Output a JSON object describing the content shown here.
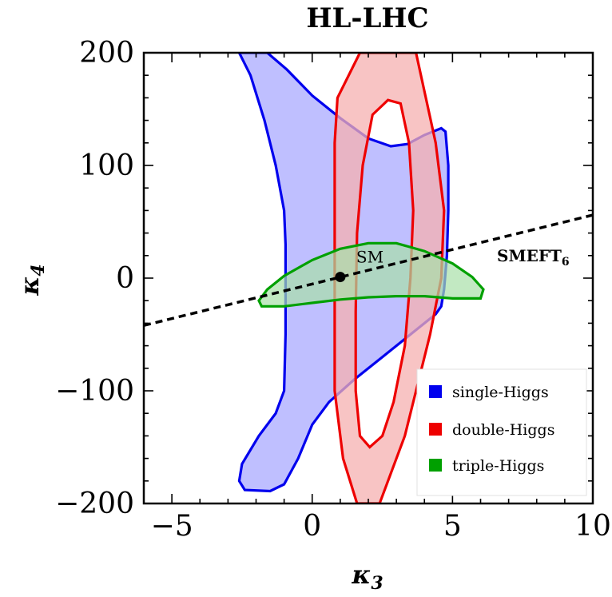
{
  "chart_data": {
    "type": "area",
    "title": "HL-LHC",
    "xlabel": "κ",
    "xlabel_sub": "3",
    "ylabel": "κ",
    "ylabel_sub": "4",
    "xlim": [
      -6,
      10
    ],
    "ylim": [
      -200,
      200
    ],
    "x_ticks": [
      -5,
      0,
      5,
      10
    ],
    "y_ticks": [
      -200,
      -100,
      0,
      100,
      200
    ],
    "x_tick_labels": [
      "−5",
      "0",
      "5",
      "10"
    ],
    "y_tick_labels": [
      "−200",
      "−100",
      "0",
      "100",
      "200"
    ],
    "grid": false,
    "legend_position": "bottom-right",
    "series": [
      {
        "name": "single-Higgs",
        "color": "#0000ee",
        "fill": "#b8b8ff",
        "points": [
          [
            -2.6,
            200
          ],
          [
            -1.6,
            200
          ],
          [
            -0.9,
            185
          ],
          [
            0,
            162
          ],
          [
            1,
            142
          ],
          [
            2,
            124
          ],
          [
            2.8,
            117
          ],
          [
            3.4,
            119
          ],
          [
            4,
            127
          ],
          [
            4.6,
            133
          ],
          [
            4.75,
            130
          ],
          [
            4.85,
            100
          ],
          [
            4.85,
            60
          ],
          [
            4.8,
            20
          ],
          [
            4.7,
            -10
          ],
          [
            4.6,
            -25
          ],
          [
            4.4,
            -32
          ],
          [
            3.5,
            -50
          ],
          [
            2.5,
            -70
          ],
          [
            1.5,
            -90
          ],
          [
            0.6,
            -110
          ],
          [
            0,
            -130
          ],
          [
            -0.5,
            -160
          ],
          [
            -1,
            -183
          ],
          [
            -1.5,
            -189
          ],
          [
            -2.4,
            -188
          ],
          [
            -2.6,
            -180
          ],
          [
            -2.5,
            -165
          ],
          [
            -1.9,
            -140
          ],
          [
            -1.3,
            -120
          ],
          [
            -1,
            -100
          ],
          [
            -0.95,
            -50
          ],
          [
            -0.95,
            0
          ],
          [
            -0.95,
            30
          ],
          [
            -1,
            60
          ],
          [
            -1.3,
            100
          ],
          [
            -1.7,
            140
          ],
          [
            -2.2,
            180
          ],
          [
            -2.6,
            200
          ]
        ]
      },
      {
        "name": "double-Higgs",
        "color": "#ee0000",
        "fill": "#f5b0b0",
        "outer": [
          [
            1.7,
            200
          ],
          [
            0.9,
            160
          ],
          [
            0.8,
            120
          ],
          [
            0.8,
            0
          ],
          [
            0.8,
            -100
          ],
          [
            1.1,
            -160
          ],
          [
            1.6,
            -200
          ],
          [
            2.4,
            -200
          ],
          [
            3.3,
            -140
          ],
          [
            4.2,
            -50
          ],
          [
            4.6,
            0
          ],
          [
            4.7,
            60
          ],
          [
            4.4,
            120
          ],
          [
            3.7,
            200
          ]
        ],
        "inner": [
          [
            2.7,
            158
          ],
          [
            3.15,
            155
          ],
          [
            3.45,
            120
          ],
          [
            3.6,
            60
          ],
          [
            3.5,
            0
          ],
          [
            3.3,
            -60
          ],
          [
            2.9,
            -110
          ],
          [
            2.5,
            -140
          ],
          [
            2.05,
            -150
          ],
          [
            1.7,
            -140
          ],
          [
            1.55,
            -100
          ],
          [
            1.55,
            -30
          ],
          [
            1.6,
            40
          ],
          [
            1.8,
            100
          ],
          [
            2.15,
            145
          ]
        ]
      },
      {
        "name": "triple-Higgs",
        "color": "#00a000",
        "fill": "#a8e0a8",
        "points": [
          [
            -1.8,
            -25
          ],
          [
            -1.9,
            -20
          ],
          [
            -1.6,
            -10
          ],
          [
            -1,
            2
          ],
          [
            0,
            16
          ],
          [
            1,
            26
          ],
          [
            2,
            31
          ],
          [
            3,
            31
          ],
          [
            4,
            24
          ],
          [
            5,
            13
          ],
          [
            5.7,
            1
          ],
          [
            6.1,
            -10
          ],
          [
            6,
            -18
          ],
          [
            5,
            -18
          ],
          [
            4,
            -16
          ],
          [
            3,
            -16
          ],
          [
            2,
            -17
          ],
          [
            1,
            -19
          ],
          [
            0,
            -22
          ],
          [
            -1,
            -25
          ],
          [
            -1.8,
            -25
          ]
        ]
      }
    ],
    "reference_line": {
      "name": "SMEFT",
      "name_sub": "6",
      "style": "dashed",
      "color": "#000000",
      "points": [
        [
          -6,
          -42
        ],
        [
          10,
          56
        ]
      ]
    },
    "point": {
      "label": "SM",
      "x": 1,
      "y": 1
    }
  }
}
